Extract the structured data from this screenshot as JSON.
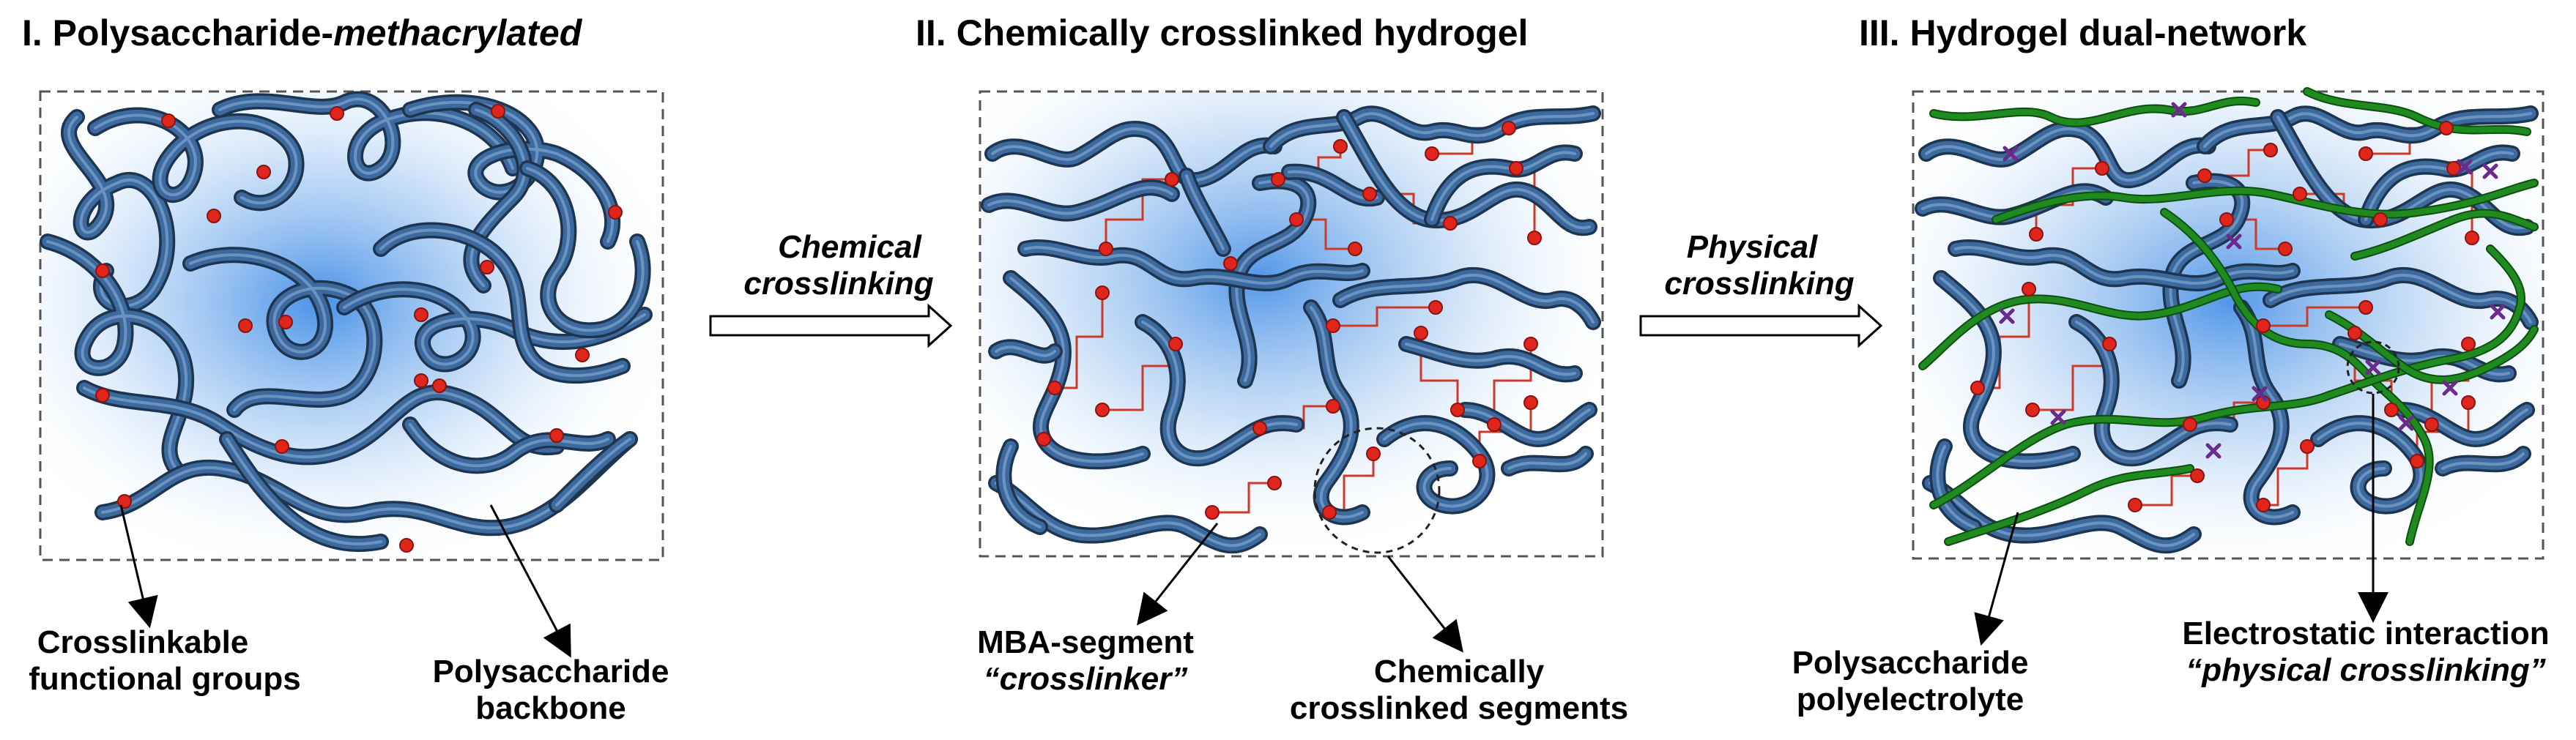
{
  "colors": {
    "backbone_dark": "#1e3550",
    "backbone": "#3d6a9e",
    "backbone_highlight": "#8fb4dc",
    "crosslinker": "#cc3b2a",
    "functional_group": "#e0261c",
    "polyelectrolyte": "#1f8a1f",
    "electrostatic_mark": "#6b2b8a",
    "gel_glow": "#4a90e2",
    "frame": "#555555"
  },
  "panels": [
    {
      "title_prefix": "I. Polysaccharide-",
      "title_italic": "methacrylated",
      "callouts": [
        {
          "lines": [
            "Crosslinkable",
            "functional groups"
          ]
        },
        {
          "lines": [
            "Polysaccharide",
            "backbone"
          ]
        }
      ]
    },
    {
      "title_prefix": "II. Chemically crosslinked hydrogel",
      "title_italic": "",
      "callouts": [
        {
          "line1": "MBA-segment",
          "line2_italic": "“crosslinker”"
        },
        {
          "lines": [
            "Chemically",
            "crosslinked segments"
          ]
        }
      ]
    },
    {
      "title_prefix": "III. Hydrogel dual-network",
      "title_italic": "",
      "callouts": [
        {
          "lines": [
            "Polysaccharide",
            "polyelectrolyte"
          ]
        },
        {
          "line1": "Electrostatic interaction",
          "line2_italic": "“physical crosslinking”"
        }
      ]
    }
  ],
  "arrows": [
    {
      "lines": [
        "Chemical",
        "crosslinking"
      ]
    },
    {
      "lines": [
        "Physical",
        "crosslinking"
      ]
    }
  ]
}
